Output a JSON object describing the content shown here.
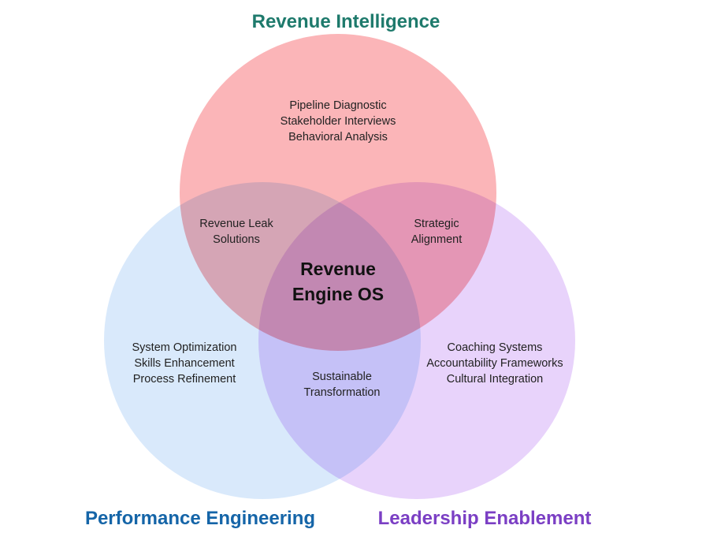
{
  "titles": {
    "top": "Revenue Intelligence",
    "left": "Performance Engineering",
    "right": "Leadership Enablement"
  },
  "colors": {
    "top_title": "#1e7a6c",
    "left_title": "#1565a8",
    "right_title": "#7b3fc4",
    "top_circle": "#fbb5b8",
    "left_circle": "#d9e9fb",
    "right_circle": "#e8d3fb"
  },
  "sets": {
    "top": [
      "Pipeline Diagnostic",
      "Stakeholder Interviews",
      "Behavioral Analysis"
    ],
    "left": [
      "System Optimization",
      "Skills Enhancement",
      "Process Refinement"
    ],
    "right": [
      "Coaching Systems",
      "Accountability Frameworks",
      "Cultural Integration"
    ]
  },
  "intersections": {
    "top_left": [
      "Revenue Leak",
      "Solutions"
    ],
    "top_right": [
      "Strategic",
      "Alignment"
    ],
    "left_right": [
      "Sustainable",
      "Transformation"
    ]
  },
  "center": [
    "Revenue",
    "Engine OS"
  ]
}
